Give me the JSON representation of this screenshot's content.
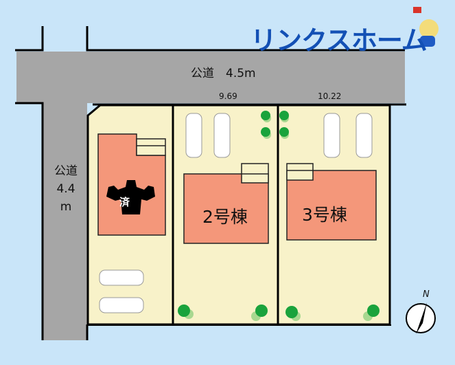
{
  "logo": {
    "text": "リンクスホーム"
  },
  "roads": {
    "north": {
      "label": "公道　4.5m"
    },
    "west": {
      "line1": "公道",
      "line2": "4.4",
      "line3": "m"
    }
  },
  "dimensions": {
    "lot2_frontage": "9.69",
    "lot3_frontage": "10.22"
  },
  "lots": [
    {
      "status_label": "済"
    },
    {
      "label": "2号棟"
    },
    {
      "label": "3号棟"
    }
  ],
  "compass": {
    "label": "N"
  },
  "colors": {
    "background": "#c9e5f9",
    "road": "#a6a6a6",
    "lot": "#f8f2c9",
    "building": "#f4977a",
    "logo": "#1350b5",
    "tree": "#1aa33c"
  }
}
